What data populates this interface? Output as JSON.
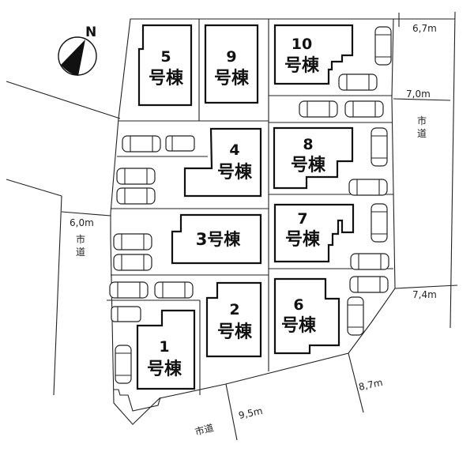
{
  "compass": {
    "label": "N"
  },
  "buildings": [
    {
      "id": "1",
      "num": "1",
      "suffix": "号棟"
    },
    {
      "id": "2",
      "num": "2",
      "suffix": "号棟"
    },
    {
      "id": "3",
      "num": "3号棟",
      "suffix": ""
    },
    {
      "id": "4",
      "num": "4",
      "suffix": "号棟"
    },
    {
      "id": "5",
      "num": "5",
      "suffix": "号棟"
    },
    {
      "id": "6",
      "num": "6",
      "suffix": "号棟"
    },
    {
      "id": "7",
      "num": "7",
      "suffix": "号棟"
    },
    {
      "id": "8",
      "num": "8",
      "suffix": "号棟"
    },
    {
      "id": "9",
      "num": "9",
      "suffix": "号棟"
    },
    {
      "id": "10",
      "num": "10",
      "suffix": "号棟"
    }
  ],
  "roads": {
    "west": {
      "label_1": "市",
      "label_2": "道",
      "width": "6,0m"
    },
    "east": {
      "label_1": "市",
      "label_2": "道",
      "width_top": "6,7m",
      "width_mid": "7,0m",
      "width_bottom": "7,4m"
    },
    "south": {
      "label": "市道",
      "width_left": "9,5m",
      "width_right": "8,7m"
    }
  }
}
